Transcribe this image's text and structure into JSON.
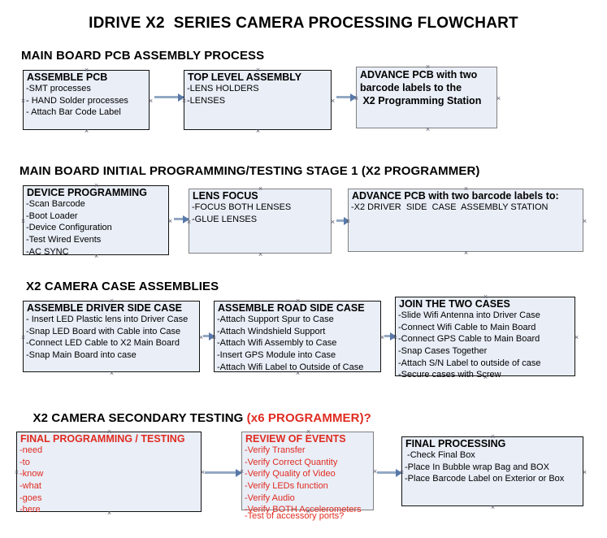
{
  "title": "IDRIVE X2  SERIES CAMERA PROCESSING FLOWCHART",
  "colors": {
    "box_fill": "#e9eef7",
    "box_border_black": "#111111",
    "box_border_gray": "#808080",
    "arrow": "#93a9c4",
    "arrow_head": "#5878a8",
    "red_accent": "#e02b20",
    "text": "#000000"
  },
  "sections": [
    {
      "id": "main-board-pcb-assembly",
      "header": "MAIN BOARD PCB ASSEMBLY PROCESS",
      "header_accent": "",
      "boxes": [
        {
          "id": "assemble-pcb",
          "title": "ASSEMBLE PCB",
          "lines": [
            "-SMT processes",
            "- HAND Solder processes",
            "- Attach Bar Code Label"
          ],
          "border": "black"
        },
        {
          "id": "top-level-assembly",
          "title": "TOP LEVEL ASSEMBLY",
          "lines": [
            "-LENS HOLDERS",
            "-LENSES"
          ],
          "border": "black"
        },
        {
          "id": "advance-pcb-to-programming-station",
          "title": "ADVANCE PCB with two\nbarcode labels to the\n X2 Programming Station",
          "lines": [],
          "border": "gray"
        }
      ]
    },
    {
      "id": "main-board-initial-programming",
      "header": "MAIN BOARD INITIAL PROGRAMMING/TESTING STAGE 1 (X2 PROGRAMMER)",
      "header_accent": "",
      "boxes": [
        {
          "id": "device-programming",
          "title": "DEVICE PROGRAMMING",
          "lines": [
            "-Scan Barcode",
            "-Boot Loader",
            "-Device Configuration",
            "-Test Wired Events",
            "-AC SYNC"
          ],
          "border": "black"
        },
        {
          "id": "lens-focus",
          "title": "LENS FOCUS",
          "lines": [
            "-FOCUS BOTH LENSES",
            "-GLUE LENSES"
          ],
          "border": "gray"
        },
        {
          "id": "advance-pcb-to-driver-side-case",
          "title": "ADVANCE PCB with two barcode labels to:",
          "lines": [
            "-X2 DRIVER  SIDE  CASE  ASSEMBLY STATION"
          ],
          "border": "gray"
        }
      ]
    },
    {
      "id": "x2-camera-case-assemblies",
      "header": "X2 CAMERA CASE ASSEMBLIES",
      "header_accent": "",
      "boxes": [
        {
          "id": "assemble-driver-side-case",
          "title": "ASSEMBLE DRIVER SIDE CASE",
          "lines": [
            "- Insert LED Plastic lens into Driver Case",
            "-Snap LED Board with Cable into Case",
            "-Connect LED Cable to X2 Main Board",
            "-Snap Main Board into case"
          ],
          "border": "black"
        },
        {
          "id": "assemble-road-side-case",
          "title": "ASSEMBLE ROAD SIDE CASE",
          "lines": [
            "-Attach Support Spur to Case",
            "-Attach Windshield Support",
            "-Attach Wifi Assembly to Case",
            "-Insert GPS Module into Case",
            "-Attach Wifi Label to Outside of Case"
          ],
          "border": "black"
        },
        {
          "id": "join-the-two-cases",
          "title": "JOIN THE TWO CASES",
          "lines": [
            "-Slide Wifi Antenna into Driver Case",
            "-Connect Wifi Cable to Main Board",
            "-Connect GPS Cable to Main Board",
            "-Snap Cases Together",
            "-Attach S/N Label to outside of case",
            "-Secure cases with Screw"
          ],
          "border": "black"
        }
      ]
    },
    {
      "id": "x2-camera-secondary-testing",
      "header": "X2 CAMERA SECONDARY TESTING ",
      "header_accent": "(x6 PROGRAMMER)?",
      "boxes": [
        {
          "id": "final-programming-testing",
          "title": "FINAL PROGRAMMING / TESTING",
          "lines": [
            "-need",
            "-to",
            "-know",
            "-what",
            "-goes",
            "-here"
          ],
          "border": "black",
          "text_color": "red"
        },
        {
          "id": "review-of-events",
          "title": "REVIEW OF EVENTS",
          "lines": [
            "-Verify Transfer",
            "-Verify Correct Quantity",
            "-Verify Quality of Video",
            "-Verify LEDs function",
            "-Verify Audio",
            "-Verify BOTH Accelerometers"
          ],
          "overflow_line": "-Test of accessory ports?",
          "border": "gray",
          "text_color": "red"
        },
        {
          "id": "final-processing",
          "title": "FINAL PROCESSING",
          "lines": [
            " -Check Final Box",
            "-Place In Bubble wrap Bag and BOX",
            "-Place Barcode Label on Exterior or Box"
          ],
          "border": "black"
        }
      ]
    }
  ],
  "connectors": [
    {
      "id": "conn-assemble-pcb-to-top-level"
    },
    {
      "id": "conn-top-level-to-advance-pcb"
    },
    {
      "id": "conn-device-programming-to-lens-focus"
    },
    {
      "id": "conn-lens-focus-to-advance-pcb"
    },
    {
      "id": "conn-driver-case-to-road-case"
    },
    {
      "id": "conn-road-case-to-join-cases"
    },
    {
      "id": "conn-final-programming-to-review"
    },
    {
      "id": "conn-review-to-final-processing"
    }
  ]
}
